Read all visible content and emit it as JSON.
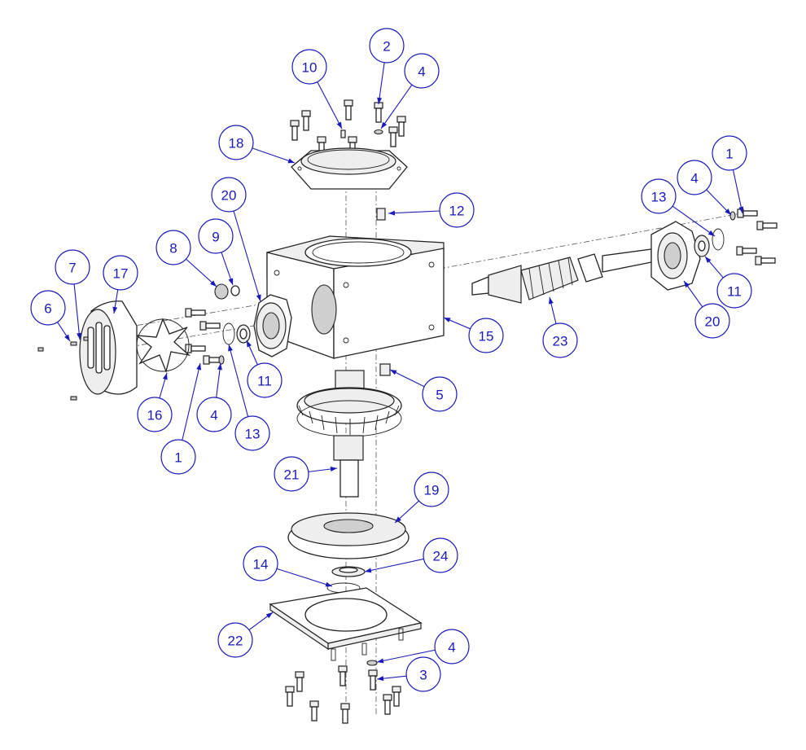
{
  "colors": {
    "callout": "#1a1ab8",
    "line": "#222222",
    "background": "#ffffff"
  },
  "callouts": [
    {
      "label": "1",
      "part": "screw"
    },
    {
      "label": "1",
      "part": "screw"
    },
    {
      "label": "2",
      "part": "screw"
    },
    {
      "label": "3",
      "part": "screw"
    },
    {
      "label": "4",
      "part": "washer"
    },
    {
      "label": "4",
      "part": "washer"
    },
    {
      "label": "4",
      "part": "washer"
    },
    {
      "label": "4",
      "part": "washer"
    },
    {
      "label": "5",
      "part": "plug"
    },
    {
      "label": "6",
      "part": "screw"
    },
    {
      "label": "7",
      "part": "screw"
    },
    {
      "label": "8",
      "part": "plug"
    },
    {
      "label": "9",
      "part": "washer"
    },
    {
      "label": "10",
      "part": "breather"
    },
    {
      "label": "11",
      "part": "seal"
    },
    {
      "label": "11",
      "part": "seal"
    },
    {
      "label": "12",
      "part": "plug"
    },
    {
      "label": "13",
      "part": "retaining-ring"
    },
    {
      "label": "13",
      "part": "retaining-ring"
    },
    {
      "label": "14",
      "part": "o-ring"
    },
    {
      "label": "15",
      "part": "housing"
    },
    {
      "label": "16",
      "part": "fan"
    },
    {
      "label": "17",
      "part": "fan-cover"
    },
    {
      "label": "18",
      "part": "top-cover"
    },
    {
      "label": "19",
      "part": "bottom-cover"
    },
    {
      "label": "20",
      "part": "bearing-cap"
    },
    {
      "label": "20",
      "part": "bearing-cap"
    },
    {
      "label": "21",
      "part": "worm-gear"
    },
    {
      "label": "22",
      "part": "base-plate"
    },
    {
      "label": "23",
      "part": "worm-shaft"
    },
    {
      "label": "24",
      "part": "seal"
    }
  ]
}
